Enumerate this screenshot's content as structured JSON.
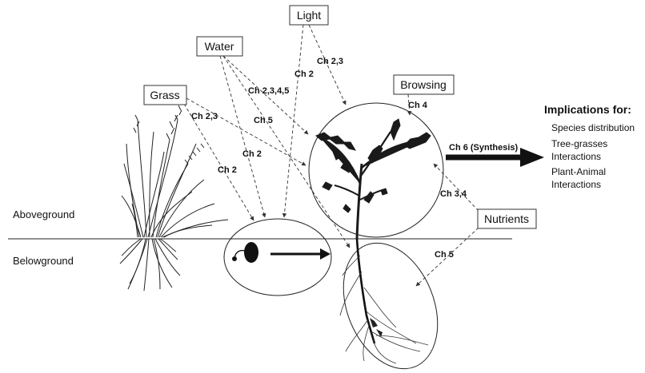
{
  "boxes": {
    "light": "Light",
    "water": "Water",
    "grass": "Grass",
    "browsing": "Browsing",
    "nutrients": "Nutrients"
  },
  "chapter_labels": [
    "Ch 2,3",
    "Ch 2",
    "Ch 2,3,4,5",
    "Ch 5",
    "Ch 2",
    "Ch 2,3",
    "Ch 2",
    "Ch 4",
    "Ch 6 (Synthesis)",
    "Ch 3,4",
    "Ch 5"
  ],
  "ground": {
    "above": "Aboveground",
    "below": "Belowground"
  },
  "implications": {
    "title": "Implications for:",
    "lines": [
      "Species distribution",
      "Tree-grasses",
      "Interactions",
      "Plant-Animal",
      "Interactions"
    ]
  }
}
